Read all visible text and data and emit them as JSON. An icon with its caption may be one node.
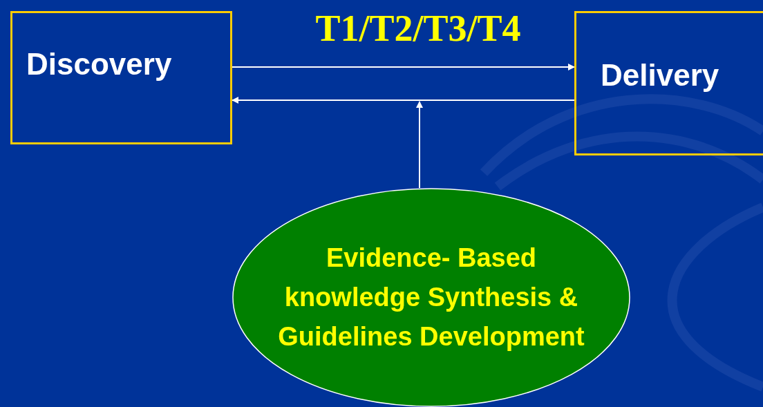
{
  "diagram": {
    "nodes": [
      {
        "text": [
          "Discovery"
        ]
      },
      {
        "text": [
          "Delivery"
        ]
      },
      {
        "text": [
          "Evidence- Based knowledge Synthesis & Guidelines Development"
        ]
      }
    ],
    "edges": [
      {
        "from": 0,
        "to": 1,
        "arrow": "to",
        "label": "T1/T2/T3/T4"
      },
      {
        "from": 1,
        "to": 0,
        "arrow": "to"
      },
      {
        "from": 2,
        "to": null,
        "arrow": "to"
      }
    ]
  }
}
